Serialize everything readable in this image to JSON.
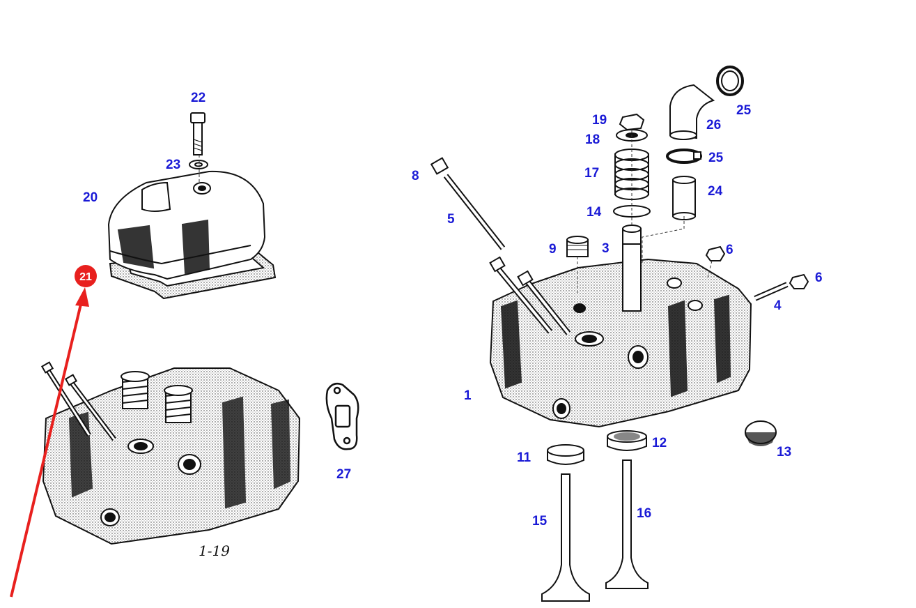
{
  "figure_label": "1-19",
  "colors": {
    "label_blue": "#1a1ad6",
    "highlight_red": "#e8201e",
    "line": "#111111"
  },
  "highlighted_part": {
    "number": "21",
    "pointer": "red-arrow"
  },
  "part_numbers": [
    "22",
    "23",
    "20",
    "19",
    "18",
    "17",
    "14",
    "3",
    "9",
    "8",
    "5",
    "26",
    "25",
    "25",
    "24",
    "6",
    "6",
    "4",
    "1",
    "11",
    "12",
    "13",
    "15",
    "16",
    "27"
  ]
}
